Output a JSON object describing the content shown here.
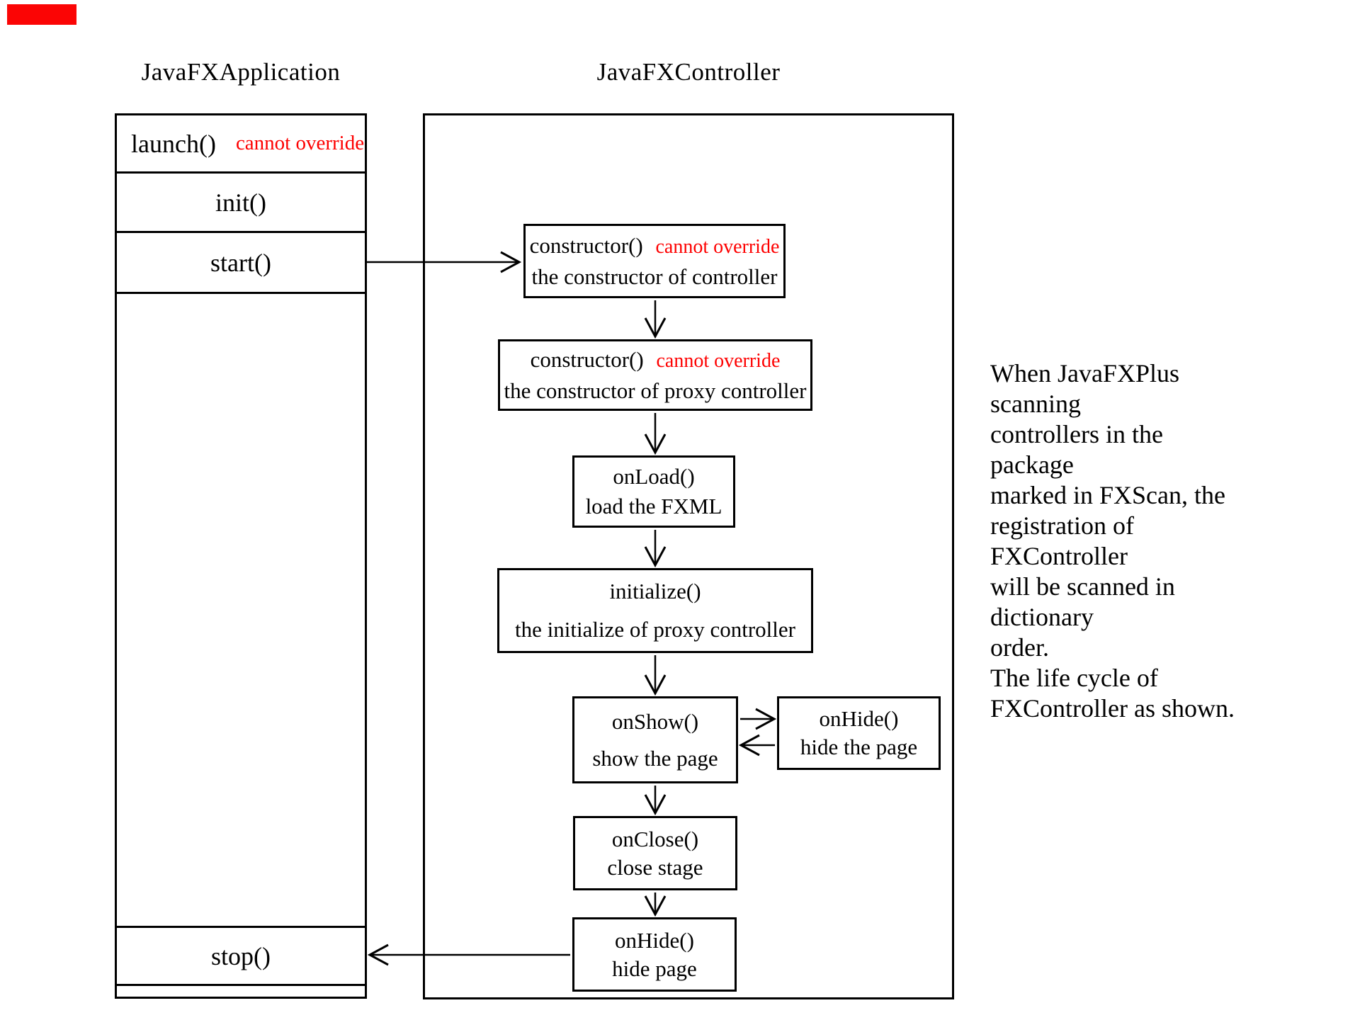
{
  "colors": {
    "marker_red": "#fb0505",
    "note_red": "#fe0000",
    "text": "#000000",
    "line": "#000000",
    "background": "#ffffff"
  },
  "titles": {
    "application": "JavaFXApplication",
    "controller": "JavaFXController"
  },
  "application_class": {
    "launch": {
      "name": "launch()",
      "note": "cannot override"
    },
    "init": {
      "name": "init()"
    },
    "start": {
      "name": "start()"
    },
    "stop": {
      "name": "stop()"
    }
  },
  "flow": {
    "constructor_controller": {
      "name": "constructor()",
      "note": "cannot override",
      "desc": "the constructor of controller"
    },
    "constructor_proxy": {
      "name": "constructor()",
      "note": "cannot override",
      "desc": "the constructor of proxy controller"
    },
    "onload": {
      "name": "onLoad()",
      "desc": "load the FXML"
    },
    "initialize": {
      "name": "initialize()",
      "desc": "the initialize of proxy controller"
    },
    "onshow": {
      "name": "onShow()",
      "desc": "show the page"
    },
    "onhide_side": {
      "name": "onHide()",
      "desc": "hide the page"
    },
    "onclose": {
      "name": "onClose()",
      "desc": "close stage"
    },
    "onhide_end": {
      "name": "onHide()",
      "desc": "hide page"
    }
  },
  "annotation": {
    "lines": [
      "When JavaFXPlus scanning",
      "controllers in the package",
      "marked in FXScan, the",
      "registration of FXController",
      "will be scanned in dictionary",
      "order.",
      "The life cycle of",
      "FXController as shown."
    ]
  }
}
